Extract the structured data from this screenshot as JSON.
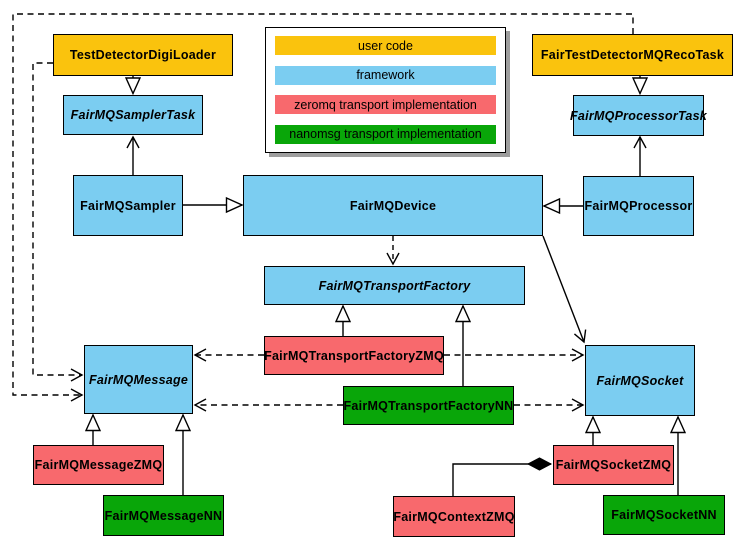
{
  "colors": {
    "user_code": "#FAC30D",
    "framework": "#7BCDF1",
    "zeromq": "#F8696D",
    "nanomsg": "#09A609"
  },
  "legend": {
    "user_code": "user code",
    "framework": "framework",
    "zeromq": "zeromq transport implementation",
    "nanomsg": "nanomsg transport implementation"
  },
  "nodes": {
    "test_detector_digi_loader": "TestDetectorDigiLoader",
    "fair_test_detector_mq_reco_task": "FairTestDetectorMQRecoTask",
    "fairmq_sampler_task": "FairMQSamplerTask",
    "fairmq_processor_task": "FairMQProcessorTask",
    "fairmq_sampler": "FairMQSampler",
    "fairmq_device": "FairMQDevice",
    "fairmq_processor": "FairMQProcessor",
    "fairmq_transport_factory": "FairMQTransportFactory",
    "fairmq_transport_factory_zmq": "FairMQTransportFactoryZMQ",
    "fairmq_transport_factory_nn": "FairMQTransportFactoryNN",
    "fairmq_message": "FairMQMessage",
    "fairmq_socket": "FairMQSocket",
    "fairmq_message_zmq": "FairMQMessageZMQ",
    "fairmq_message_nn": "FairMQMessageNN",
    "fairmq_socket_zmq": "FairMQSocketZMQ",
    "fairmq_socket_nn": "FairMQSocketNN",
    "fairmq_context_zmq": "FairMQContextZMQ"
  },
  "edges": [
    {
      "from": "TestDetectorDigiLoader",
      "to": "FairMQSamplerTask",
      "kind": "generalization",
      "style": "solid"
    },
    {
      "from": "FairTestDetectorMQRecoTask",
      "to": "FairMQProcessorTask",
      "kind": "generalization",
      "style": "solid"
    },
    {
      "from": "FairMQSampler",
      "to": "FairMQSamplerTask",
      "kind": "arrow",
      "style": "solid"
    },
    {
      "from": "FairMQProcessor",
      "to": "FairMQProcessorTask",
      "kind": "arrow",
      "style": "solid"
    },
    {
      "from": "FairMQSampler",
      "to": "FairMQDevice",
      "kind": "generalization",
      "style": "solid"
    },
    {
      "from": "FairMQProcessor",
      "to": "FairMQDevice",
      "kind": "generalization",
      "style": "solid"
    },
    {
      "from": "FairMQDevice",
      "to": "FairMQTransportFactory",
      "kind": "arrow",
      "style": "dashed"
    },
    {
      "from": "FairMQDevice",
      "to": "FairMQSocket",
      "kind": "arrow",
      "style": "solid"
    },
    {
      "from": "FairMQTransportFactoryZMQ",
      "to": "FairMQTransportFactory",
      "kind": "generalization",
      "style": "solid"
    },
    {
      "from": "FairMQTransportFactoryNN",
      "to": "FairMQTransportFactory",
      "kind": "generalization",
      "style": "solid"
    },
    {
      "from": "FairMQMessageZMQ",
      "to": "FairMQMessage",
      "kind": "generalization",
      "style": "solid"
    },
    {
      "from": "FairMQMessageNN",
      "to": "FairMQMessage",
      "kind": "generalization",
      "style": "solid"
    },
    {
      "from": "FairMQSocketZMQ",
      "to": "FairMQSocket",
      "kind": "generalization",
      "style": "solid"
    },
    {
      "from": "FairMQSocketNN",
      "to": "FairMQSocket",
      "kind": "generalization",
      "style": "solid"
    },
    {
      "from": "FairMQTransportFactoryZMQ",
      "to": "FairMQMessage",
      "kind": "arrow",
      "style": "dashed"
    },
    {
      "from": "FairMQTransportFactoryZMQ",
      "to": "FairMQSocket",
      "kind": "arrow",
      "style": "dashed"
    },
    {
      "from": "FairMQTransportFactoryNN",
      "to": "FairMQMessage",
      "kind": "arrow",
      "style": "dashed"
    },
    {
      "from": "FairMQTransportFactoryNN",
      "to": "FairMQSocket",
      "kind": "arrow",
      "style": "dashed"
    },
    {
      "from": "TestDetectorDigiLoader",
      "to": "FairMQMessage",
      "kind": "arrow",
      "style": "dashed"
    },
    {
      "from": "FairTestDetectorMQRecoTask",
      "to": "FairMQMessage",
      "kind": "arrow",
      "style": "dashed"
    },
    {
      "from": "FairMQContextZMQ",
      "to": "FairMQSocketZMQ",
      "kind": "composition",
      "style": "solid"
    }
  ]
}
